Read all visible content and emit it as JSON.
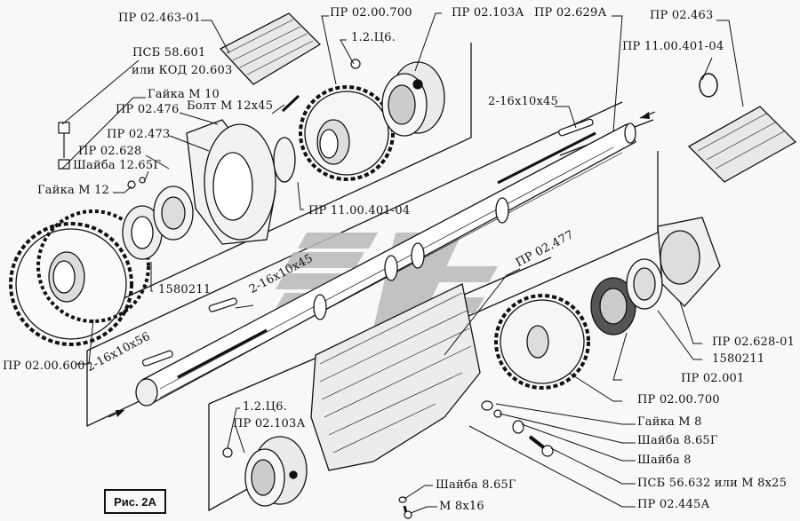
{
  "figure_caption": "Рис. 2А",
  "watermark": {
    "shape": "striped-logo",
    "color": "#b9b9b9"
  },
  "labels": {
    "pr_02_463_01": "ПР 02.463-01",
    "pr_02_00_700_top": "ПР 02.00.700",
    "pr_02_103a_top": "ПР 02.103А",
    "pr_02_629a": "ПР 02.629А",
    "pr_02_463": "ПР 02.463",
    "pr_11_00_401_04_top": "ПР 11.00.401-04",
    "grease_fitting_top": "1.2.Ц6.",
    "psb_58_601": "ПСБ 58.601",
    "kod_20_603": "или КОД 20.603",
    "gaika_m10": "Гайка М 10",
    "bolt_m12x45": "Болт М 12х45",
    "pr_02_476": "ПР 02.476",
    "pr_02_473": "ПР 02.473",
    "pr_02_628": "ПР 02.628",
    "shaiba_12_65g": "Шайба 12.65Г",
    "gaika_m12": "Гайка М 12",
    "key_top": "2-16х10х45",
    "pr_11_00_401_04_mid": "ПР 11.00.401-04",
    "bearing_left": "1580211",
    "key_mid": "2-16х10х45",
    "key_56": "2-16х10х56",
    "pr_02_00_600": "ПР 02.00.600",
    "pr_02_477": "ПР 02.477",
    "pr_02_628_01": "ПР 02.628-01",
    "bearing_right": "1580211",
    "pr_02_001": "ПР 02.001",
    "pr_02_00_700_bottom": "ПР 02.00.700",
    "gaika_m8": "Гайка М 8",
    "shaiba_8_65g_right": "Шайба 8.65Г",
    "shaiba_8": "Шайба 8",
    "psb_56_632": "ПСБ 56.632 или М 8х25",
    "pr_02_445a": "ПР 02.445А",
    "grease_fitting_bottom": "1.2.Ц6.",
    "pr_02_103a_bottom": "ПР 02.103А",
    "shaiba_8_65g_bottom": "Шайба 8.65Г",
    "m8x16": "М 8х16"
  }
}
